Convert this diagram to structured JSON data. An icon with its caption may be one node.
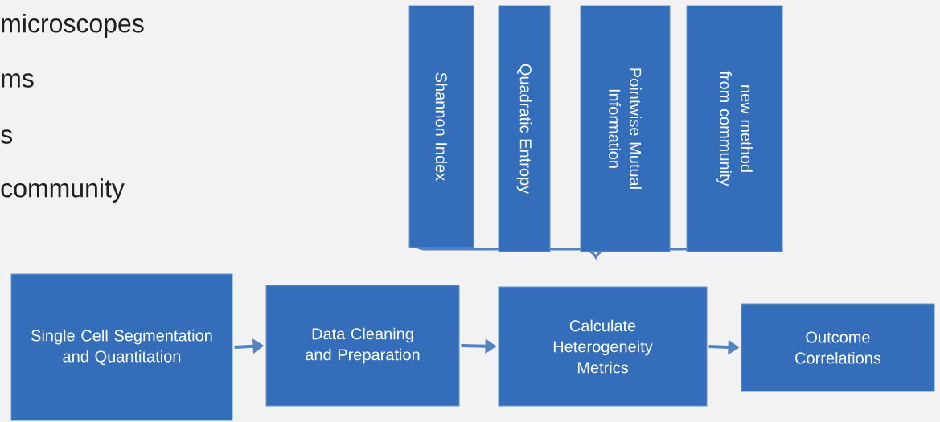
{
  "diagram": {
    "nodes": [
      {
        "text": [
          "Single Cell Segmentation and Quantitation"
        ]
      },
      {
        "text": [
          "Data Cleaning and Preparation"
        ]
      },
      {
        "text": [
          "Calculate Heterogeneity Metrics"
        ]
      },
      {
        "text": [
          "Outcome Correlations"
        ]
      },
      {
        "text": [
          "Shannon Index"
        ]
      },
      {
        "text": [
          "Quadratic Entropy"
        ]
      },
      {
        "text": [
          "Pointwise Mutual Information"
        ]
      },
      {
        "text": [
          "new method from community"
        ]
      }
    ],
    "edges": [
      {
        "from": 0,
        "to": 1,
        "arrow": "to"
      },
      {
        "from": 1,
        "to": 2,
        "arrow": "to"
      },
      {
        "from": 2,
        "to": 3,
        "arrow": "to"
      }
    ],
    "labels": [
      "microscopes",
      "ms",
      "s",
      "community"
    ]
  }
}
